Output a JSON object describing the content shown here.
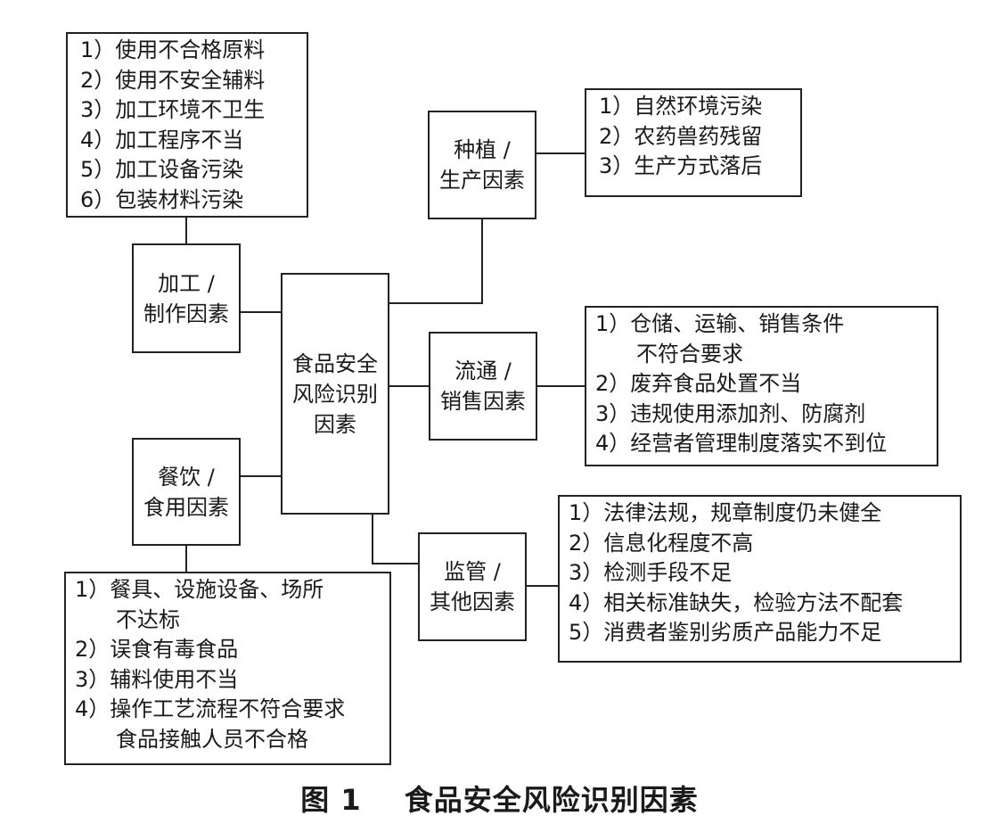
{
  "central": {
    "line1": "食品安全",
    "line2": "风险识别",
    "line3": "因素"
  },
  "factors": {
    "processing": {
      "line1": "加工 /",
      "line2": "制作因素"
    },
    "planting": {
      "line1": "种植 /",
      "line2": "生产因素"
    },
    "circulation": {
      "line1": "流通 /",
      "line2": "销售因素"
    },
    "catering": {
      "line1": "餐饮 /",
      "line2": "食用因素"
    },
    "supervision": {
      "line1": "监管 /",
      "line2": "其他因素"
    }
  },
  "lists": {
    "processing": [
      "1）使用不合格原料",
      "2）使用不安全辅料",
      "3）加工环境不卫生",
      "4）加工程序不当",
      "5）加工设备污染",
      "6）包装材料污染"
    ],
    "planting": [
      "1）自然环境污染",
      "2）农药兽药残留",
      "3）生产方式落后"
    ],
    "circulation": [
      "1）仓储、运输、销售条件",
      "不符合要求",
      "2）废弃食品处置不当",
      "3）违规使用添加剂、防腐剂",
      "4）经营者管理制度落实不到位"
    ],
    "supervision": [
      "1）法律法规，规章制度仍未健全",
      "2）信息化程度不高",
      "3）检测手段不足",
      "4）相关标准缺失，检验方法不配套",
      "5）消费者鉴别劣质产品能力不足"
    ],
    "catering": [
      "1）餐具、设施设备、场所",
      "不达标",
      "2）误食有毒食品",
      "3）辅料使用不当",
      "4）操作工艺流程不符合要求",
      "食品接触人员不合格"
    ]
  },
  "caption": {
    "figure": "图 1",
    "title": "食品安全风险识别因素"
  }
}
